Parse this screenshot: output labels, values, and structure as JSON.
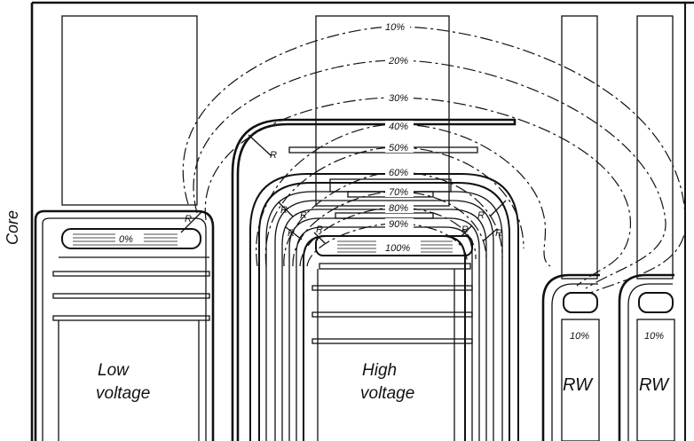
{
  "labels": {
    "core": "Core",
    "low_voltage_line1": "Low",
    "low_voltage_line2": "voltage",
    "high_voltage_line1": "High",
    "high_voltage_line2": "voltage",
    "rw_left": "RW",
    "rw_right": "RW",
    "radius_mark": "R"
  },
  "percent_labels": {
    "p10": "10%",
    "p20": "20%",
    "p30": "30%",
    "p40": "40%",
    "p50": "50%",
    "p60": "60%",
    "p70": "70%",
    "p80": "80%",
    "p90": "90%",
    "p100": "100%",
    "p0": "0%",
    "rw_left_pct": "10%",
    "rw_right_pct": "10%"
  },
  "colors": {
    "ink": "#111111",
    "paper": "#ffffff"
  }
}
